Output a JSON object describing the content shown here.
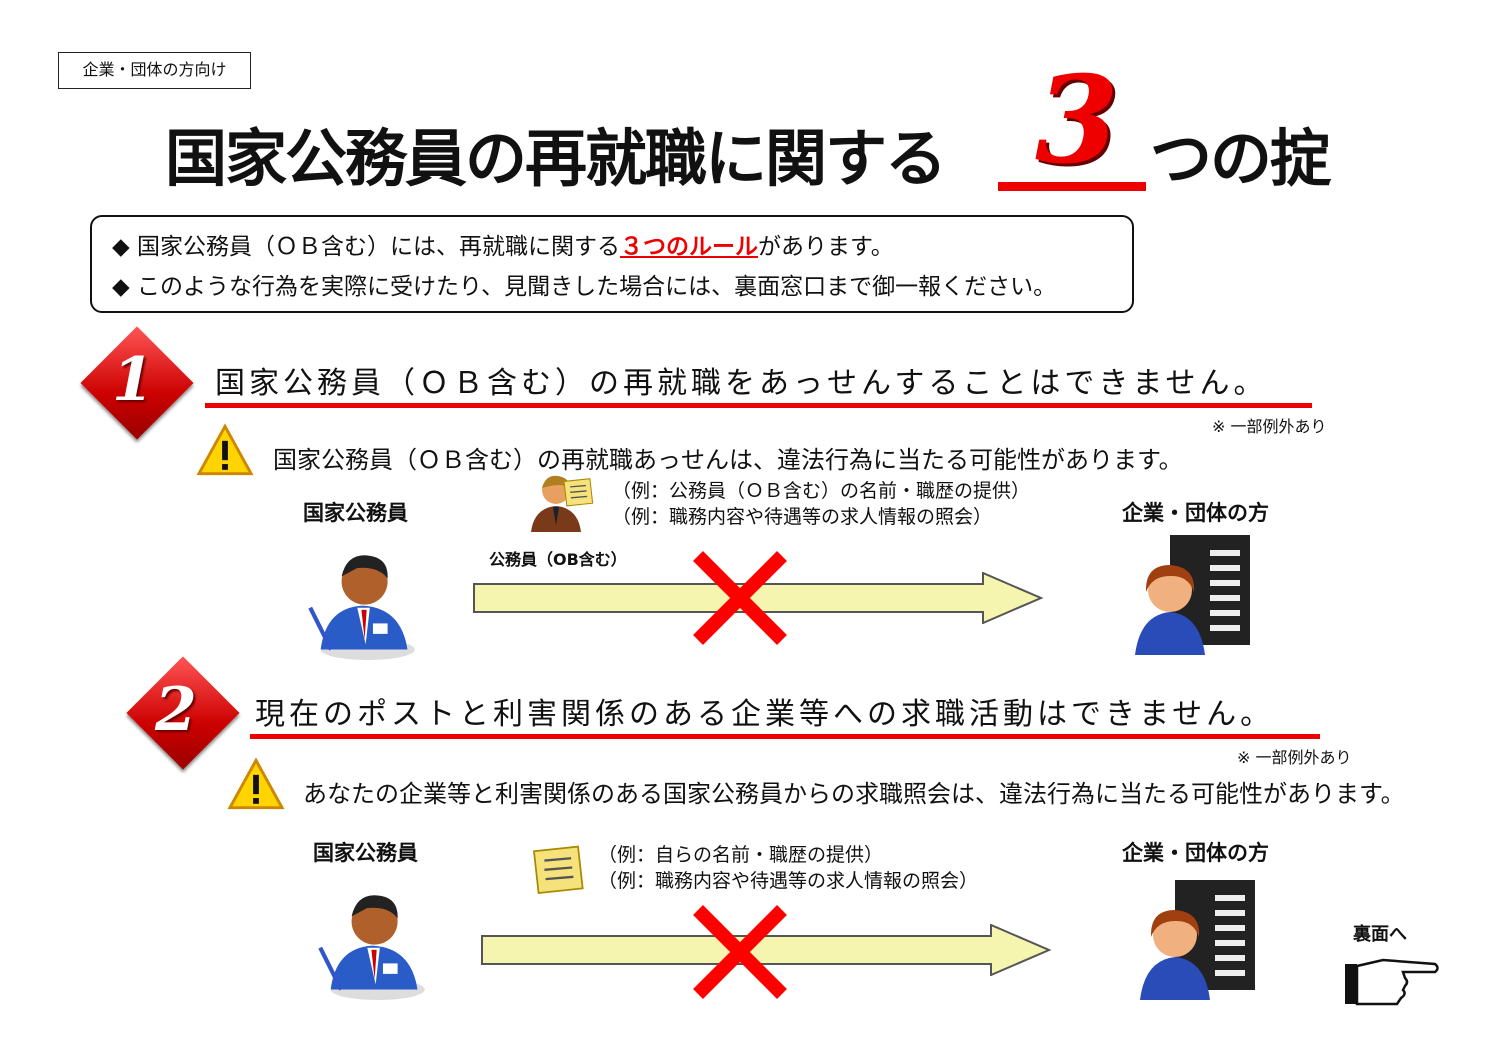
{
  "tag": "企業・団体の方向け",
  "title": {
    "before": "国家公務員の再就職に関する",
    "number": "3",
    "after": "つの掟"
  },
  "info": {
    "bullet": "◆",
    "line1_a": "国家公務員（ＯＢ含む）には、再就職に関する",
    "line1_highlight": "３つのルール",
    "line1_b": "があります。",
    "line2": "このような行為を実際に受けたり、見聞きした場合には、裏面窓口まで御一報ください。"
  },
  "rules": [
    {
      "number": "1",
      "heading": "国家公務員（ＯＢ含む）の再就職をあっせんすることはできません。",
      "note": "※ 一部例外あり",
      "warning": "国家公務員（ＯＢ含む）の再就職あっせんは、違法行為に当たる可能性があります。",
      "left_label": "国家公務員",
      "right_label": "企業・団体の方",
      "middle_label": "公務員（OB含む）",
      "examples": [
        "（例：公務員（ＯＢ含む）の名前・職歴の提供）",
        "（例：職務内容や待遇等の求人情報の照会）"
      ]
    },
    {
      "number": "2",
      "heading": "現在のポストと利害関係のある企業等への求職活動はできません。",
      "note": "※ 一部例外あり",
      "warning": "あなたの企業等と利害関係のある国家公務員からの求職照会は、違法行為に当たる可能性があります。",
      "left_label": "国家公務員",
      "right_label": "企業・団体の方",
      "examples": [
        "（例：自らの名前・職歴の提供）",
        "（例：職務内容や待遇等の求人情報の照会）"
      ]
    }
  ],
  "back": "裏面へ",
  "colors": {
    "accent": "#e00000",
    "arrow": "#f5f5b0"
  }
}
